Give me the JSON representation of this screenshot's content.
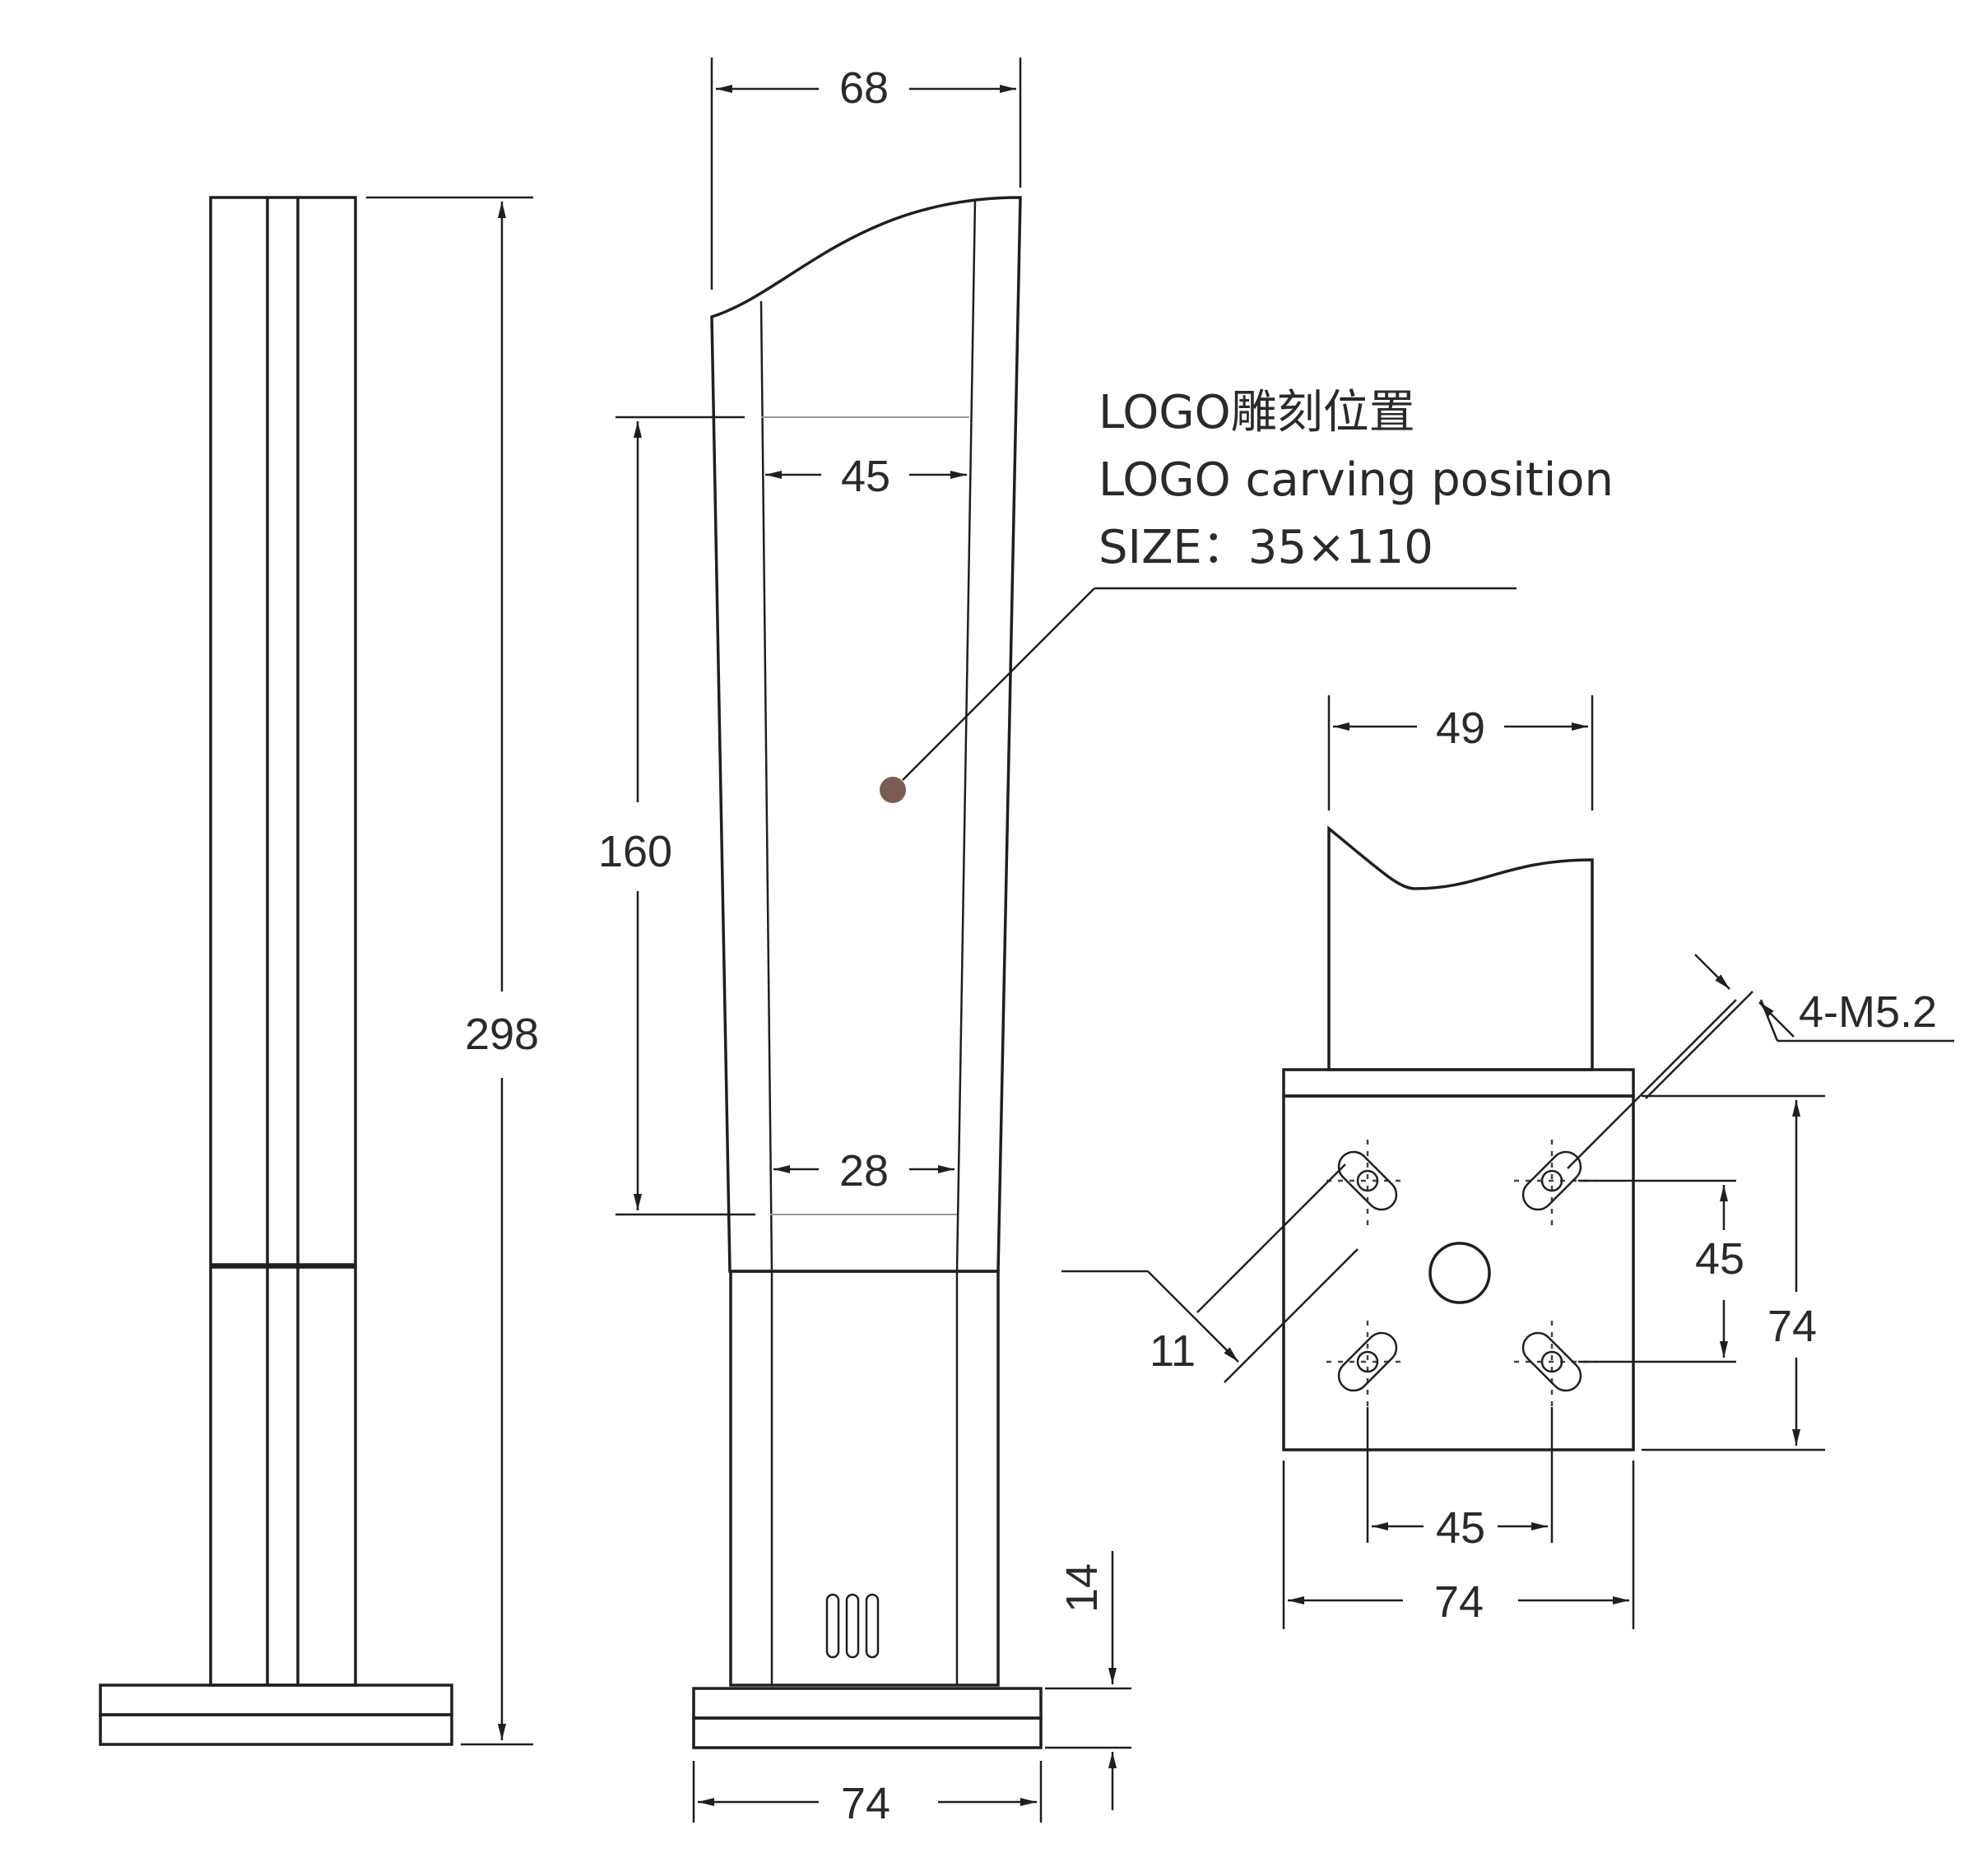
{
  "note": {
    "line1": "LOGO雕刻位置",
    "line2": "LOGO carving position",
    "line3": "SIZE：35×110"
  },
  "dimensions": {
    "overall_height": "298",
    "top_width": "68",
    "logo_top_width": "45",
    "logo_bottom_width": "28",
    "logo_height": "160",
    "base_width_front": "74",
    "base_thickness": "14",
    "post_width_top_view": "49",
    "thread_spec": "4-M5.2",
    "hole_spacing_vertical": "45",
    "plate_depth": "74",
    "slot_length": "11",
    "hole_spacing_horizontal": "45",
    "plate_width": "74"
  },
  "colors": {
    "line": "#1f1f1f",
    "panel_fill": "#e2e2e2",
    "logo_dot": "#7a5c55"
  }
}
